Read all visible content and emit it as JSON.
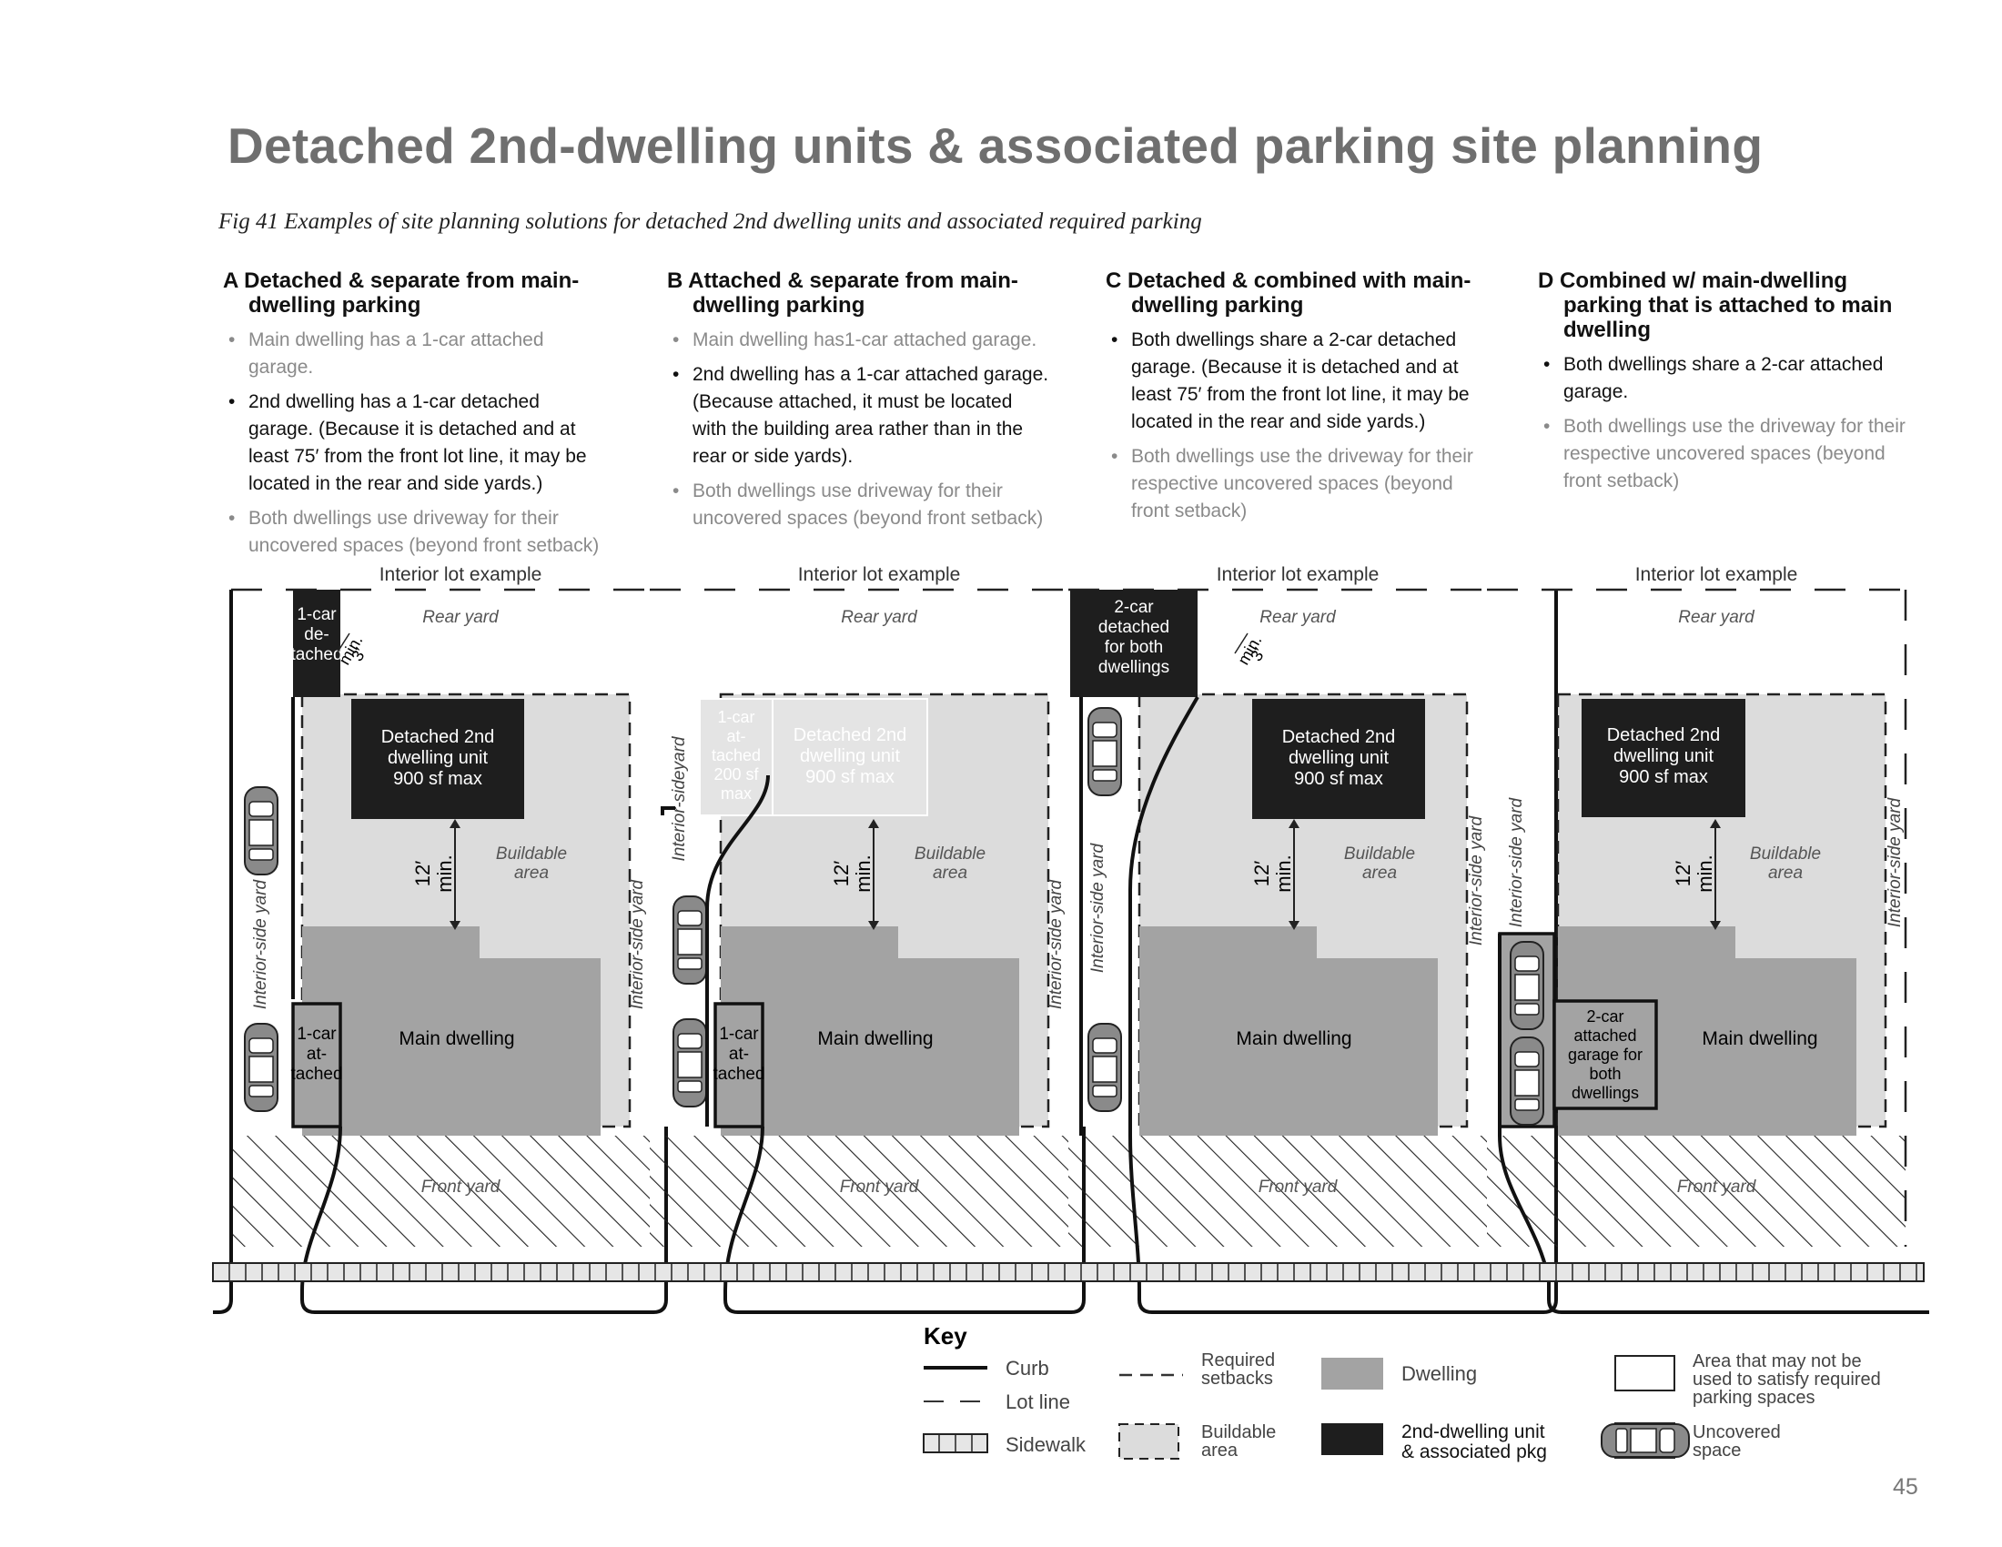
{
  "title": "Detached 2nd-dwelling units & associated parking site planning",
  "caption": "Fig 41  Examples of site planning solutions for detached 2nd dwelling units and associated required parking",
  "columns": [
    {
      "heading": "A Detached & separate from main-dwelling parking",
      "bullets": [
        {
          "text": "Main dwelling has a 1-car attached garage.",
          "tone": "light"
        },
        {
          "text": "2nd dwelling has a 1-car detached garage. (Because it is detached and at least 75′ from the front lot line, it may be located in the rear and side yards.)",
          "tone": "dark"
        },
        {
          "text": "Both dwellings use driveway for their uncovered spaces (beyond front setback)",
          "tone": "light"
        }
      ]
    },
    {
      "heading": "B Attached & separate from main-dwelling parking",
      "bullets": [
        {
          "text": "Main dwelling has1-car attached garage.",
          "tone": "light"
        },
        {
          "text": "2nd dwelling has a 1-car attached garage. (Because attached, it must be located with the building area rather than in the rear or side yards).",
          "tone": "dark"
        },
        {
          "text": "Both dwellings use driveway for their uncovered spaces (beyond front setback)",
          "tone": "light"
        }
      ]
    },
    {
      "heading": "C Detached & combined with main-dwelling parking",
      "bullets": [
        {
          "text": "Both dwellings share a 2-car detached garage.  (Because it is detached and at least 75′ from the front lot line, it may be located in the rear and side yards.)",
          "tone": "dark"
        },
        {
          "text": "Both dwellings use the driveway for their respective uncovered spaces (beyond front setback)",
          "tone": "light"
        }
      ]
    },
    {
      "heading": "D Combined w/ main-dwelling parking that is attached to main dwelling",
      "bullets": [
        {
          "text": "Both dwellings share a 2-car attached garage.",
          "tone": "dark"
        },
        {
          "text": "Both dwellings use the driveway for their respective uncovered spaces (beyond front setback)",
          "tone": "light"
        }
      ]
    }
  ],
  "labels": {
    "interior_lot": "Interior lot example",
    "rear_yard": "Rear yard",
    "front_yard": "Front yard",
    "buildable": [
      "Buildable",
      "area"
    ],
    "main_dwelling": "Main dwelling",
    "side_yard": "Interior-side yard",
    "side_yard_b": "Interior-sideyard",
    "setback_12": [
      "12′",
      "min."
    ],
    "setback_3": [
      "3′",
      "min."
    ],
    "adu": [
      "Detached 2nd",
      "dwelling unit",
      "900 sf max"
    ],
    "a_detached_garage": [
      "1-car",
      "de-",
      "tached"
    ],
    "attached_garage": [
      "1-car",
      "at-",
      "tached"
    ],
    "b_adu_garage": [
      "1-car",
      "at-",
      "tached",
      "200 sf",
      "max"
    ],
    "c_garage": [
      "2-car",
      "detached",
      "for both",
      "dwellings"
    ],
    "d_garage": [
      "2-car",
      "attached",
      "garage for",
      "both",
      "dwellings"
    ]
  },
  "key": {
    "heading": "Key",
    "curb": "Curb",
    "lot_line": "Lot line",
    "sidewalk": "Sidewalk",
    "setbacks": [
      "Required",
      "setbacks"
    ],
    "buildable": [
      "Buildable",
      "area"
    ],
    "dwelling": "Dwelling",
    "adu_pkg": [
      "2nd-dwelling unit",
      "& associated pkg"
    ],
    "not_parking": [
      "Area that may not be",
      "used to satisfy required",
      "parking spaces"
    ],
    "uncovered": [
      "Uncovered",
      "space"
    ]
  },
  "colors": {
    "title": "#6f6f6f",
    "buildable": "#dcdcdc",
    "dwelling": "#a3a3a3",
    "adu": "#1e1e1e"
  },
  "page_number": "45"
}
